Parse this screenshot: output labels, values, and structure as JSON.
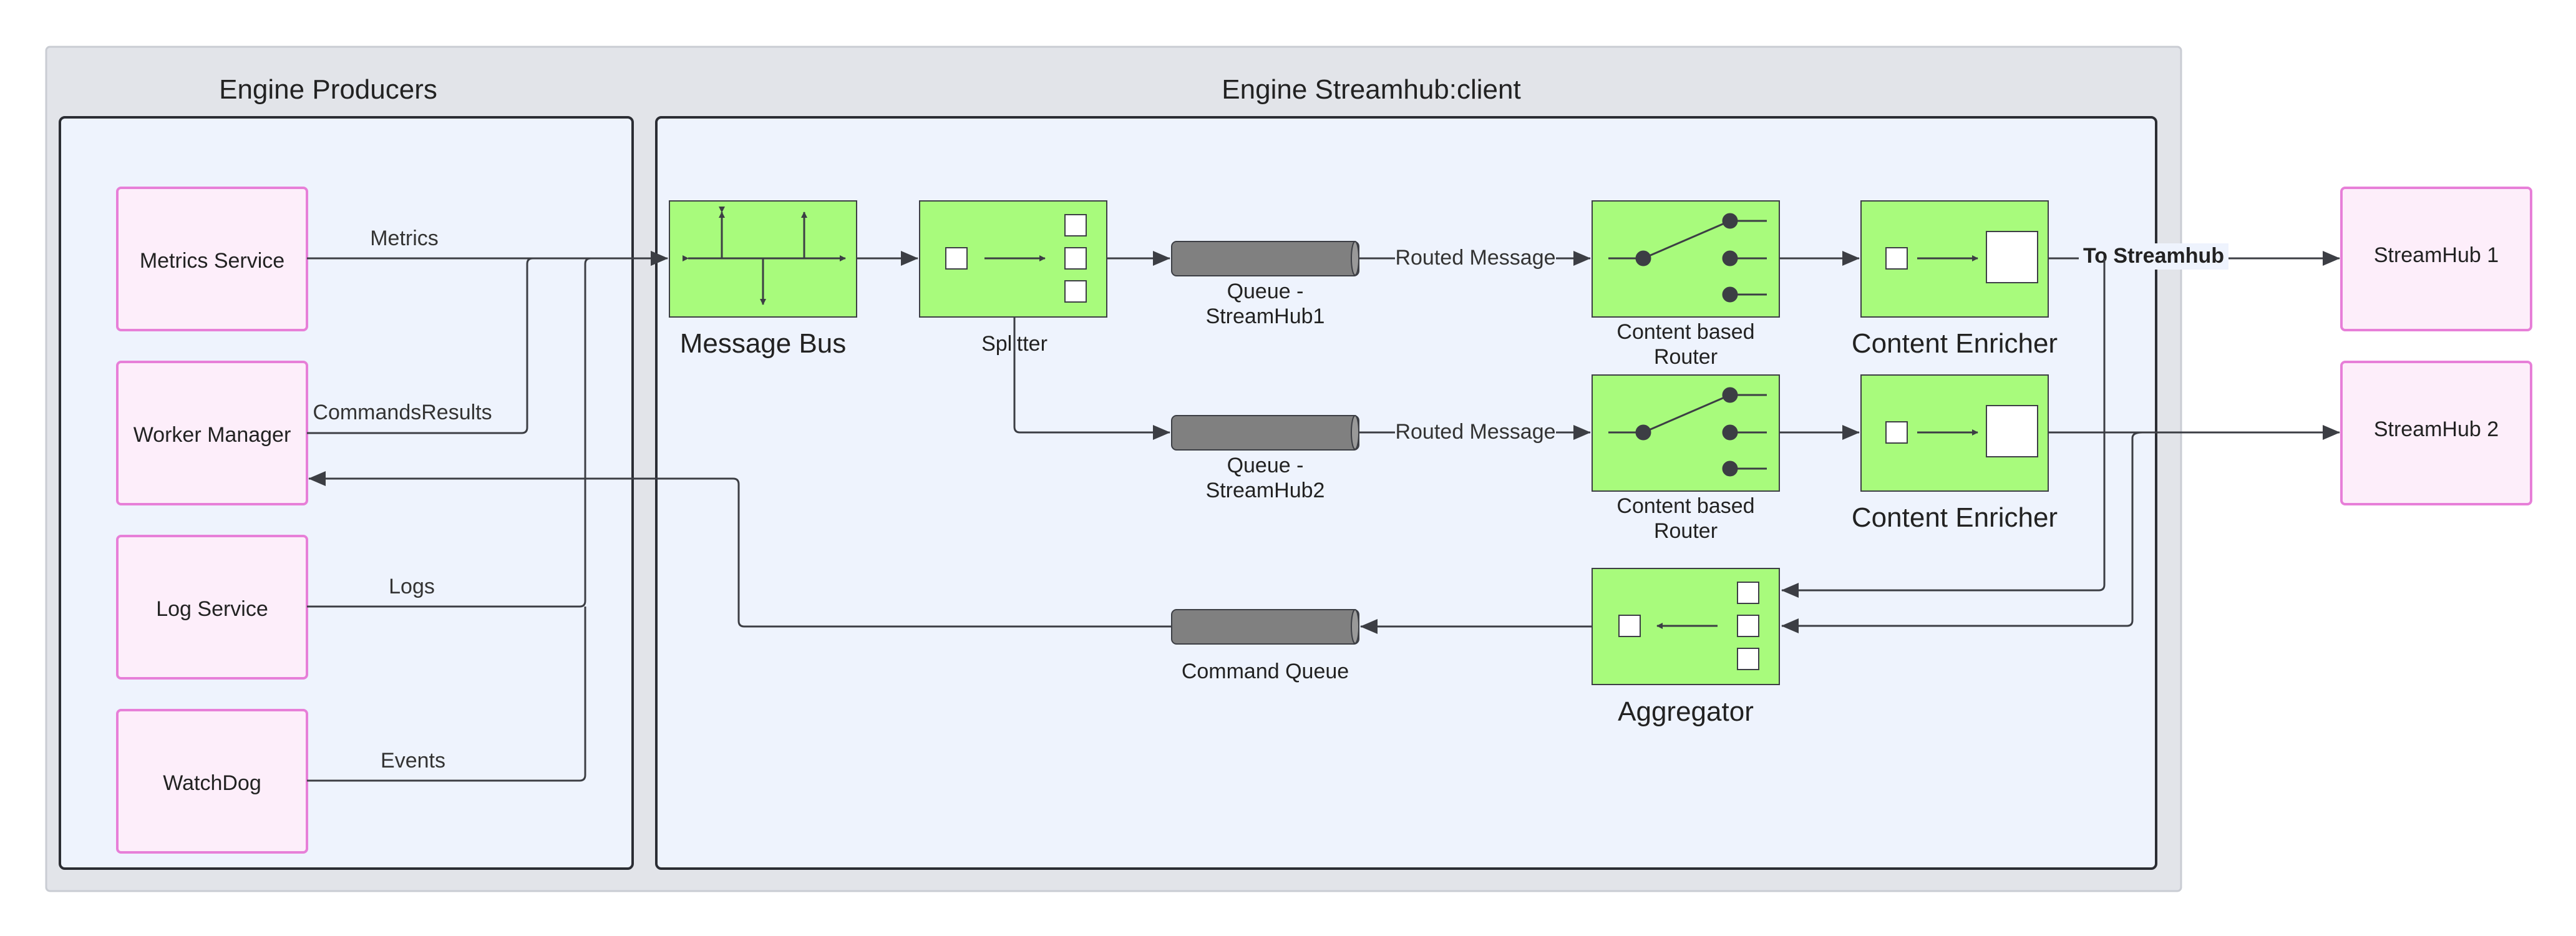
{
  "diagram": {
    "groups": {
      "producers_title": "Engine Producers",
      "client_title": "Engine Streamhub:client"
    },
    "producers": {
      "metrics_service": "Metrics Service",
      "worker_manager": "Worker Manager",
      "log_service": "Log Service",
      "watchdog": "WatchDog"
    },
    "components": {
      "message_bus": "Message Bus",
      "splitter": "Splitter",
      "queue1_line1": "Queue -",
      "queue1_line2": "StreamHub1",
      "queue2_line1": "Queue -",
      "queue2_line2": "StreamHub2",
      "command_queue": "Command Queue",
      "router1_line1": "Content based",
      "router1_line2": "Router",
      "router2_line1": "Content based",
      "router2_line2": "Router",
      "enricher1": "Content Enricher",
      "enricher2": "Content Enricher",
      "aggregator": "Aggregator"
    },
    "edges": {
      "metrics": "Metrics",
      "commands_results": "CommandsResults",
      "logs": "Logs",
      "events": "Events",
      "routed_message_1": "Routed Message",
      "routed_message_2": "Routed Message",
      "to_streamhub": "To Streamhub"
    },
    "targets": {
      "streamhub1": "StreamHub 1",
      "streamhub2": "StreamHub 2"
    },
    "colors": {
      "outer_bg": "#e2e4e9",
      "group_bg": "#eef3fd",
      "producer_fill": "#fdeefa",
      "producer_stroke": "#e77fd8",
      "component_fill": "#a8fb7c",
      "queue_fill": "#808080",
      "line": "#3c3e44"
    }
  }
}
